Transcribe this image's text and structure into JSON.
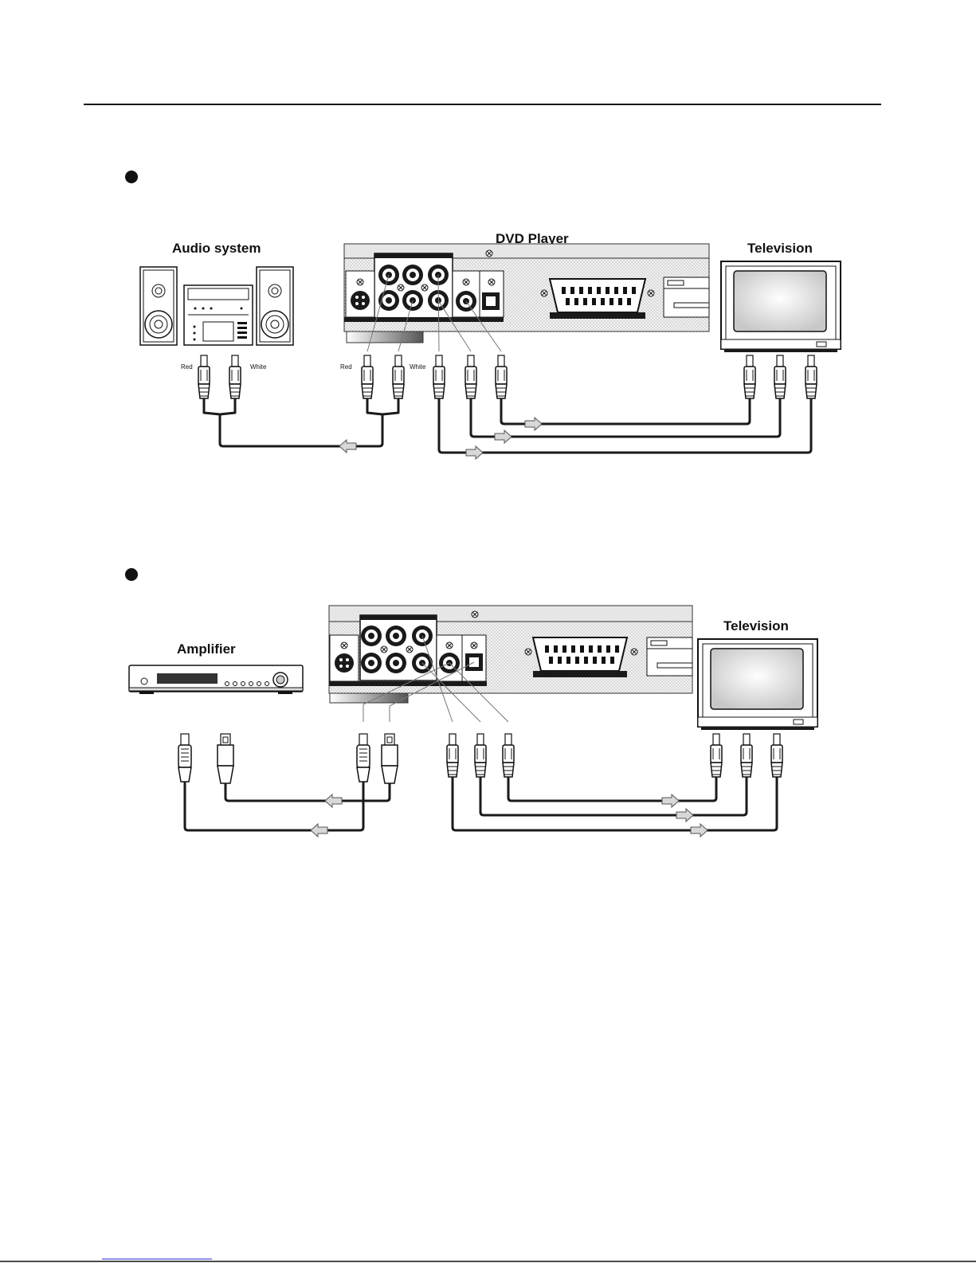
{
  "diagram1": {
    "audio_system_label": "Audio system",
    "dvd_player_label": "DVD Player",
    "television_label": "Television",
    "left_plug_labels": [
      "Red",
      "White"
    ],
    "right_plug_labels": [
      "Red",
      "White"
    ]
  },
  "diagram2": {
    "amplifier_label": "Amplifier",
    "television_label": "Television"
  },
  "colors": {
    "ink": "#1a1a1a",
    "arrow_fill": "#d8d8d8",
    "panel_tone": "#e6e6e6",
    "footer_link": "#2222cc"
  }
}
